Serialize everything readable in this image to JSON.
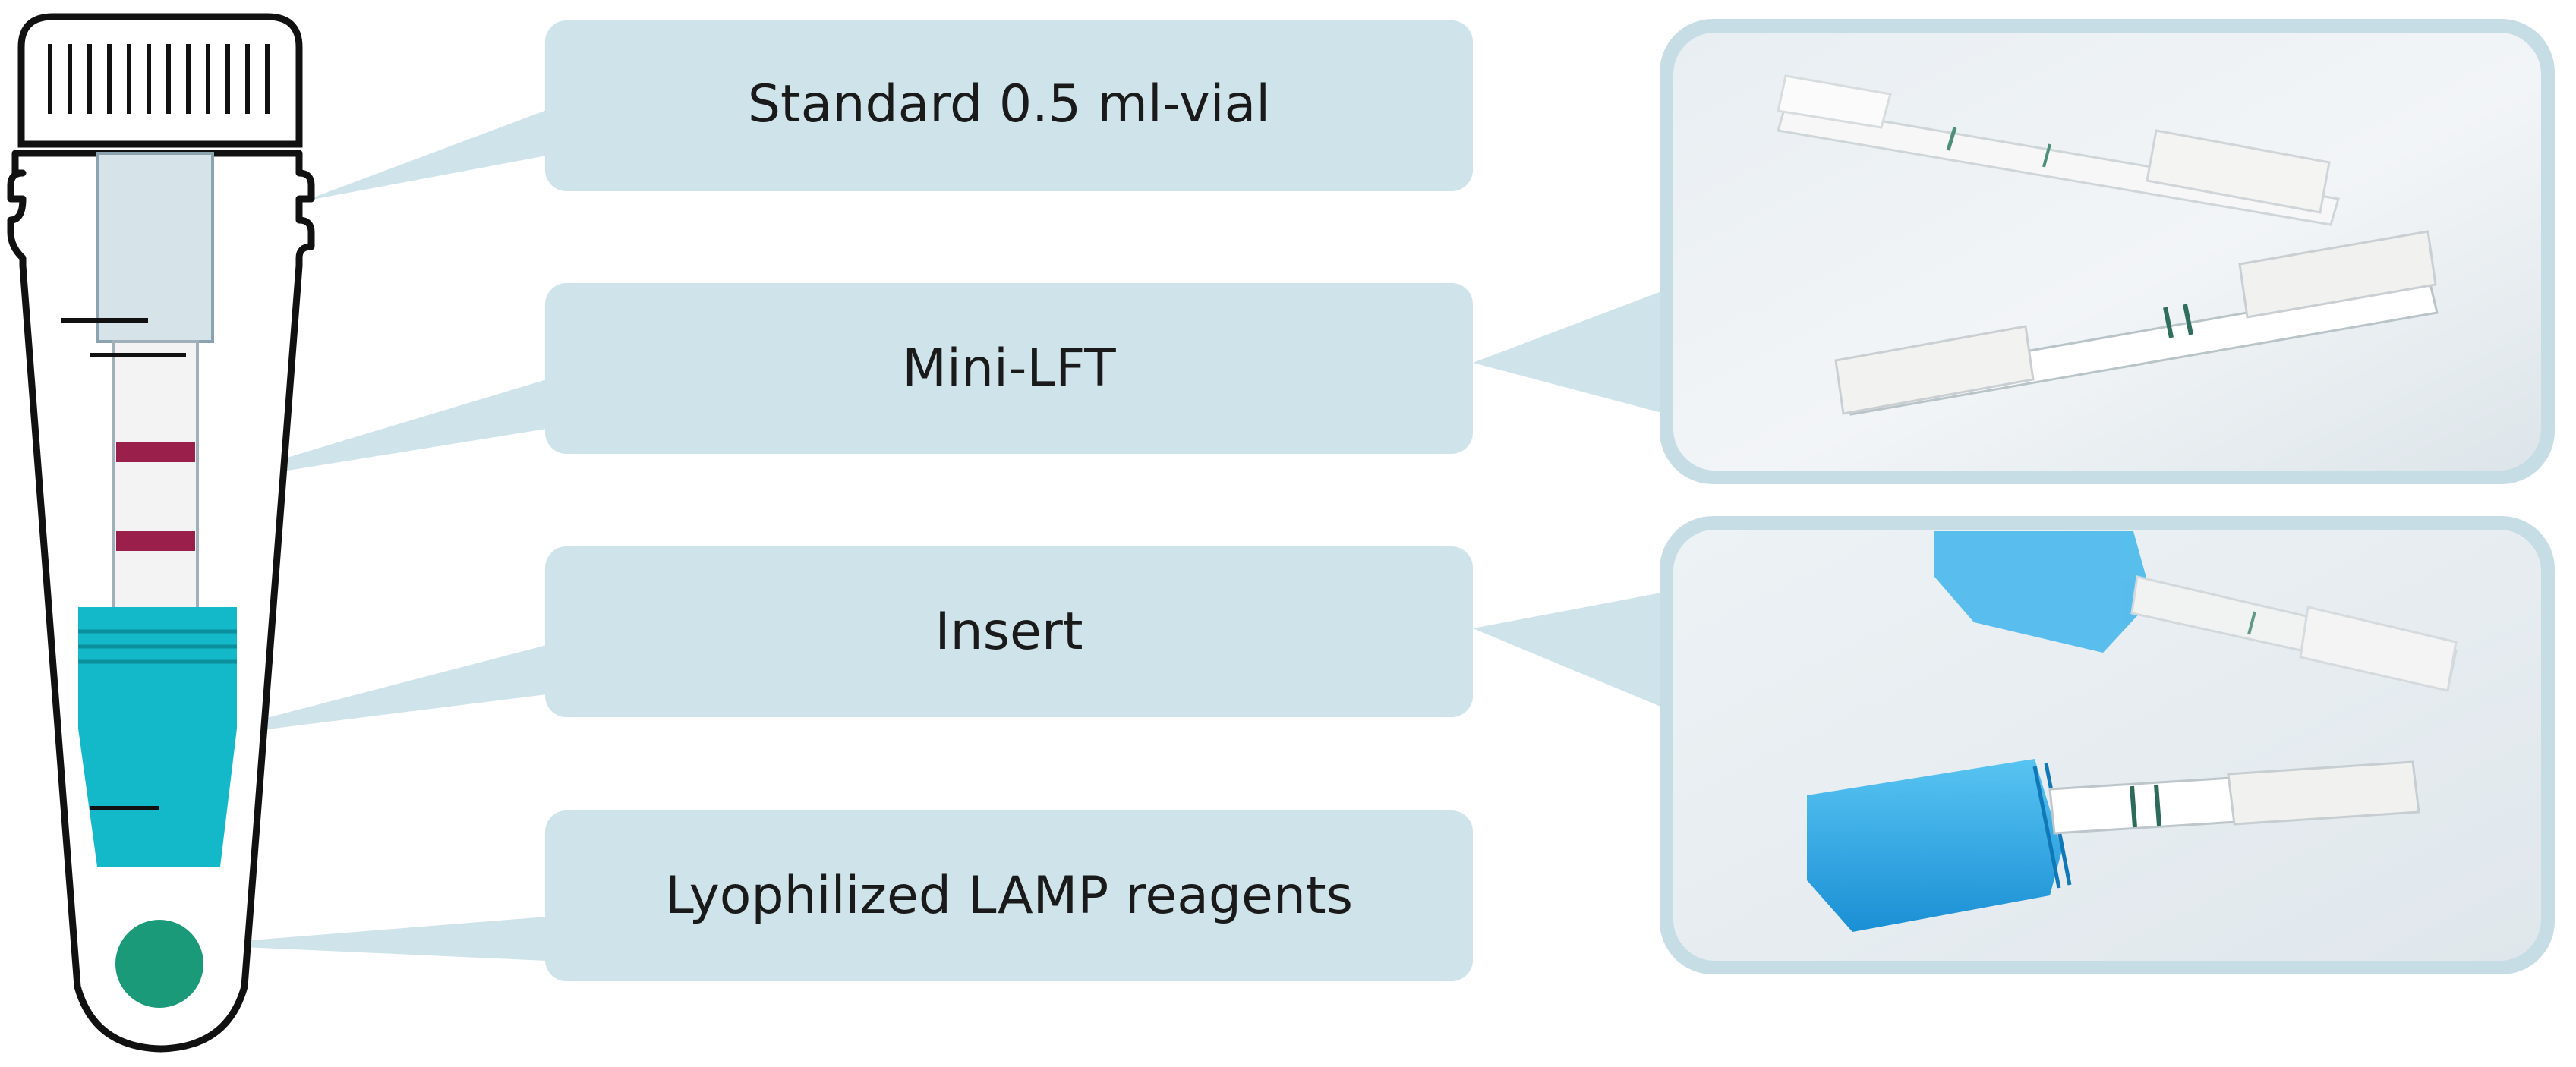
{
  "labels": {
    "vial": "Standard 0.5 ml-vial",
    "lft": "Mini-LFT",
    "insert": "Insert",
    "reagents": "Lyophilized LAMP reagents"
  },
  "colors": {
    "callout_fill": "#cfe3ea",
    "photo_frame": "#c7dde6",
    "insert_cyan": "#14b9c9",
    "test_band": "#9a1f4a",
    "reagent_green": "#1a9a78",
    "outline": "#111111",
    "strip_plastic": "#2aa9e6"
  },
  "photos": {
    "top_icon": "lateral-flow-strips-photo",
    "bottom_icon": "insert-with-strip-photo"
  }
}
